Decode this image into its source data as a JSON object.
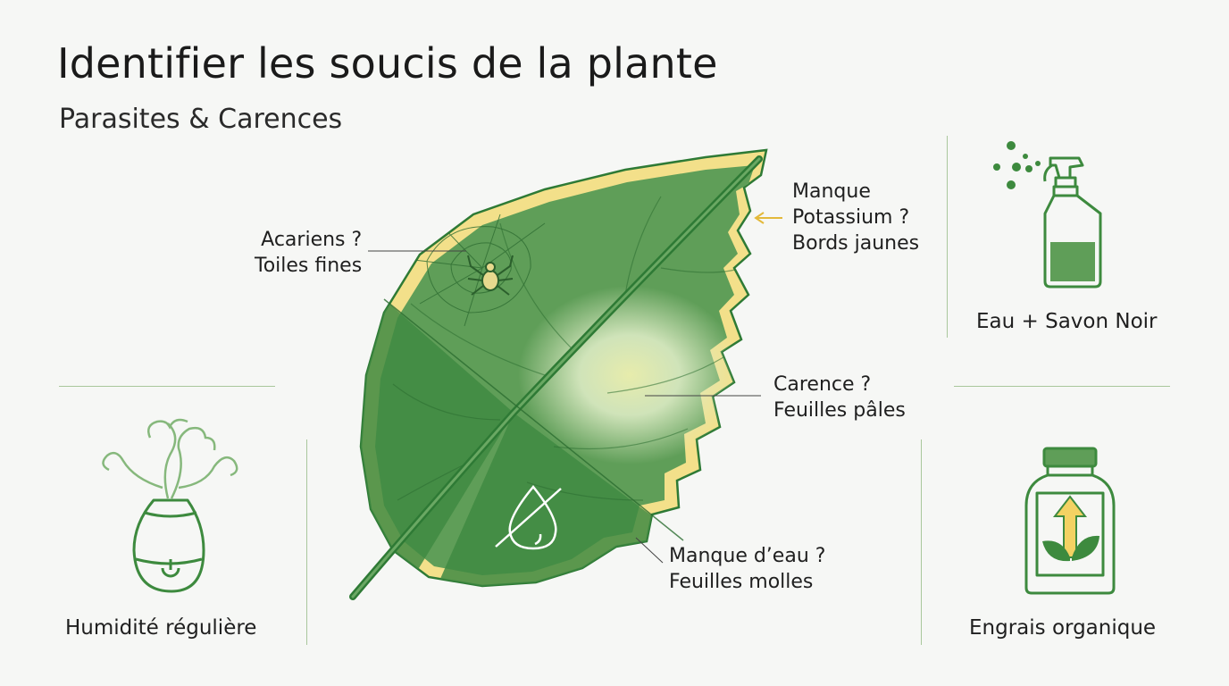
{
  "header": {
    "title": "Identifier les soucis de la plante",
    "subtitle": "Parasites & Carences"
  },
  "leaf_labels": {
    "mites": {
      "line1": "Acariens ?",
      "line2": "Toiles fines"
    },
    "potassium": {
      "line1": "Manque",
      "line2": "Potassium ?",
      "line3": "Bords jaunes"
    },
    "deficiency": {
      "line1": "Carence ?",
      "line2": "Feuilles pâles"
    },
    "water": {
      "line1": "Manque d’eau ?",
      "line2": "Feuilles molles"
    }
  },
  "remedies": {
    "spray": {
      "caption": "Eau + Savon Noir",
      "icon": "spray-bottle-icon"
    },
    "humidifier": {
      "caption": "Humidité régulière",
      "icon": "humidifier-icon"
    },
    "fertilizer": {
      "caption": "Engrais organique",
      "icon": "fertilizer-bottle-icon"
    }
  },
  "colors": {
    "leaf_green": "#5f9e58",
    "leaf_dark": "#2e7a35",
    "edge_yellow": "#f3e08a",
    "icon_green": "#3d8a3e",
    "arrow_yellow": "#e3b93a",
    "rule_green": "#a9c79c"
  }
}
